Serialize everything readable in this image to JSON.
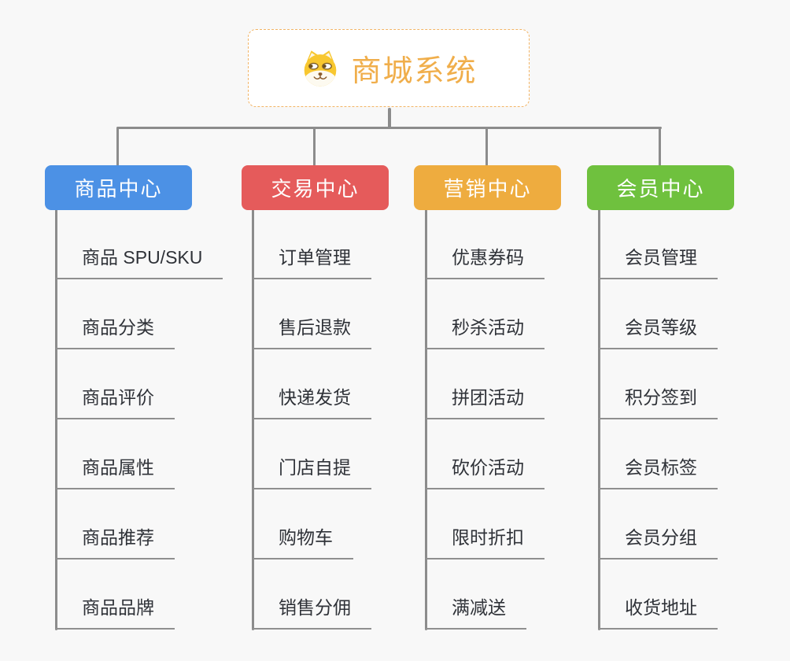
{
  "root": {
    "title": "商城系统",
    "icon": "doge-icon"
  },
  "branches": [
    {
      "label": "商品中心",
      "color": "#4C91E5",
      "items": [
        "商品 SPU/SKU",
        "商品分类",
        "商品评价",
        "商品属性",
        "商品推荐",
        "商品品牌"
      ]
    },
    {
      "label": "交易中心",
      "color": "#E55B5B",
      "items": [
        "订单管理",
        "售后退款",
        "快递发货",
        "门店自提",
        "购物车",
        "销售分佣"
      ]
    },
    {
      "label": "营销中心",
      "color": "#EEAC3F",
      "items": [
        "优惠券码",
        "秒杀活动",
        "拼团活动",
        "砍价活动",
        "限时折扣",
        "满减送"
      ]
    },
    {
      "label": "会员中心",
      "color": "#6FC13E",
      "items": [
        "会员管理",
        "会员等级",
        "积分签到",
        "会员标签",
        "会员分组",
        "收货地址"
      ]
    }
  ],
  "colors": {
    "background": "#F8F8F8",
    "connector": "#8C8C8C",
    "root_text": "#F0AE4B",
    "root_border": "#F2B465",
    "item_text": "#2F3238",
    "item_underline": "#8F8F8F"
  }
}
